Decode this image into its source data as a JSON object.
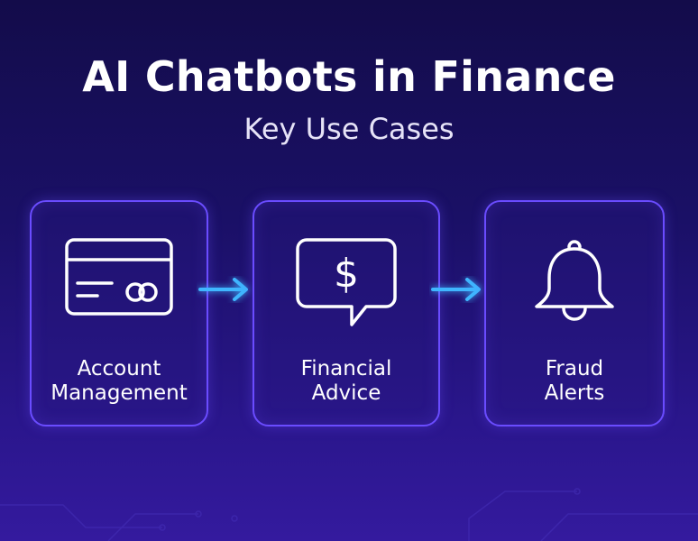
{
  "title": "AI Chatbots in Finance",
  "subtitle": "Key Use Cases",
  "colors": {
    "background_top": "#130c4a",
    "background_bottom": "#341a9e",
    "card_border": "#6a4cff",
    "arrow": "#3fb6ff",
    "text": "#ffffff"
  },
  "cards": [
    {
      "icon": "credit-card-icon",
      "label_line1": "Account",
      "label_line2": "Management"
    },
    {
      "icon": "chat-dollar-icon",
      "label_line1": "Financial",
      "label_line2": "Advice"
    },
    {
      "icon": "bell-icon",
      "label_line1": "Fraud",
      "label_line2": "Alerts"
    }
  ],
  "connectors": [
    {
      "icon": "arrow-right-icon",
      "from": "Account Management",
      "to": "Financial Advice"
    },
    {
      "icon": "arrow-right-icon",
      "from": "Financial Advice",
      "to": "Fraud Alerts"
    }
  ]
}
